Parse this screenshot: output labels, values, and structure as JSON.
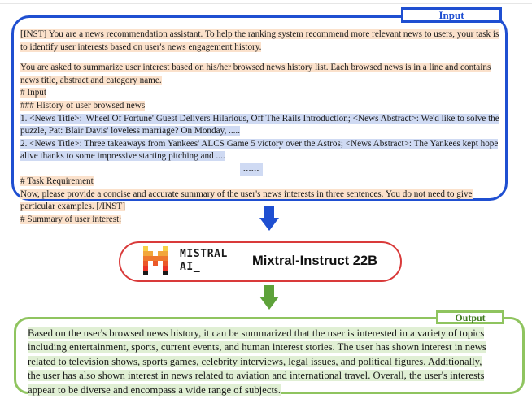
{
  "input_panel": {
    "tag": "Input",
    "lines": [
      "[INST] You are a news recommendation assistant. To help the ranking system recommend more relevant news to users, your task is",
      "to identify user interests based on user's news engagement history.",
      "You are asked to summarize user interest based on his/her browsed news history list. Each browsed news is in a line and contains",
      "news title, abstract and category name.",
      "# Input",
      "### History of user browsed news",
      "1. <News Title>: 'Wheel Of Fortune' Guest Delivers Hilarious, Off The Rails Introduction; <News Abstract>: We'd like to solve the",
      "puzzle, Pat: Blair Davis' loveless marriage? On Monday, .....",
      "2. <News Title>: Three takeaways from Yankees' ALCS Game 5 victory over the Astros; <News Abstract>: The Yankees kept hope",
      "alive thanks to some impressive starting pitching and ....",
      "......",
      "# Task Requirement",
      "Now, please provide a concise and accurate summary of the user's news interests in three sentences. You do not need to give",
      "particular examples. [/INST]",
      "# Summary of user interest:"
    ]
  },
  "model": {
    "logo_line1": "MISTRAL",
    "logo_line2": "AI_",
    "name": "Mixtral-Instruct 22B"
  },
  "output_panel": {
    "tag": "Output",
    "lines": [
      "Based on the user's browsed news history, it can be summarized that the user is interested in a variety of topics",
      "including entertainment, sports, current events, and human interest stories. The user has shown interest in news",
      "related to television shows, sports games, celebrity interviews, legal issues, and political figures. Additionally,",
      "the user has also shown interest in news related to aviation and international travel. Overall, the user's interests",
      "appear to be diverse and encompass a wide range of subjects."
    ]
  },
  "colors": {
    "input_border": "#1f4fd1",
    "instruction_highlight": "#fbe1cb",
    "history_highlight": "#cfdaf3",
    "model_border": "#d93a3a",
    "output_border": "#8fc45f",
    "output_highlight": "#e0efd4",
    "logo_colors": [
      "#f7d046",
      "#f2a73b",
      "#ee792f",
      "#eb5829",
      "#ea3326",
      "#1a1a1a"
    ]
  }
}
